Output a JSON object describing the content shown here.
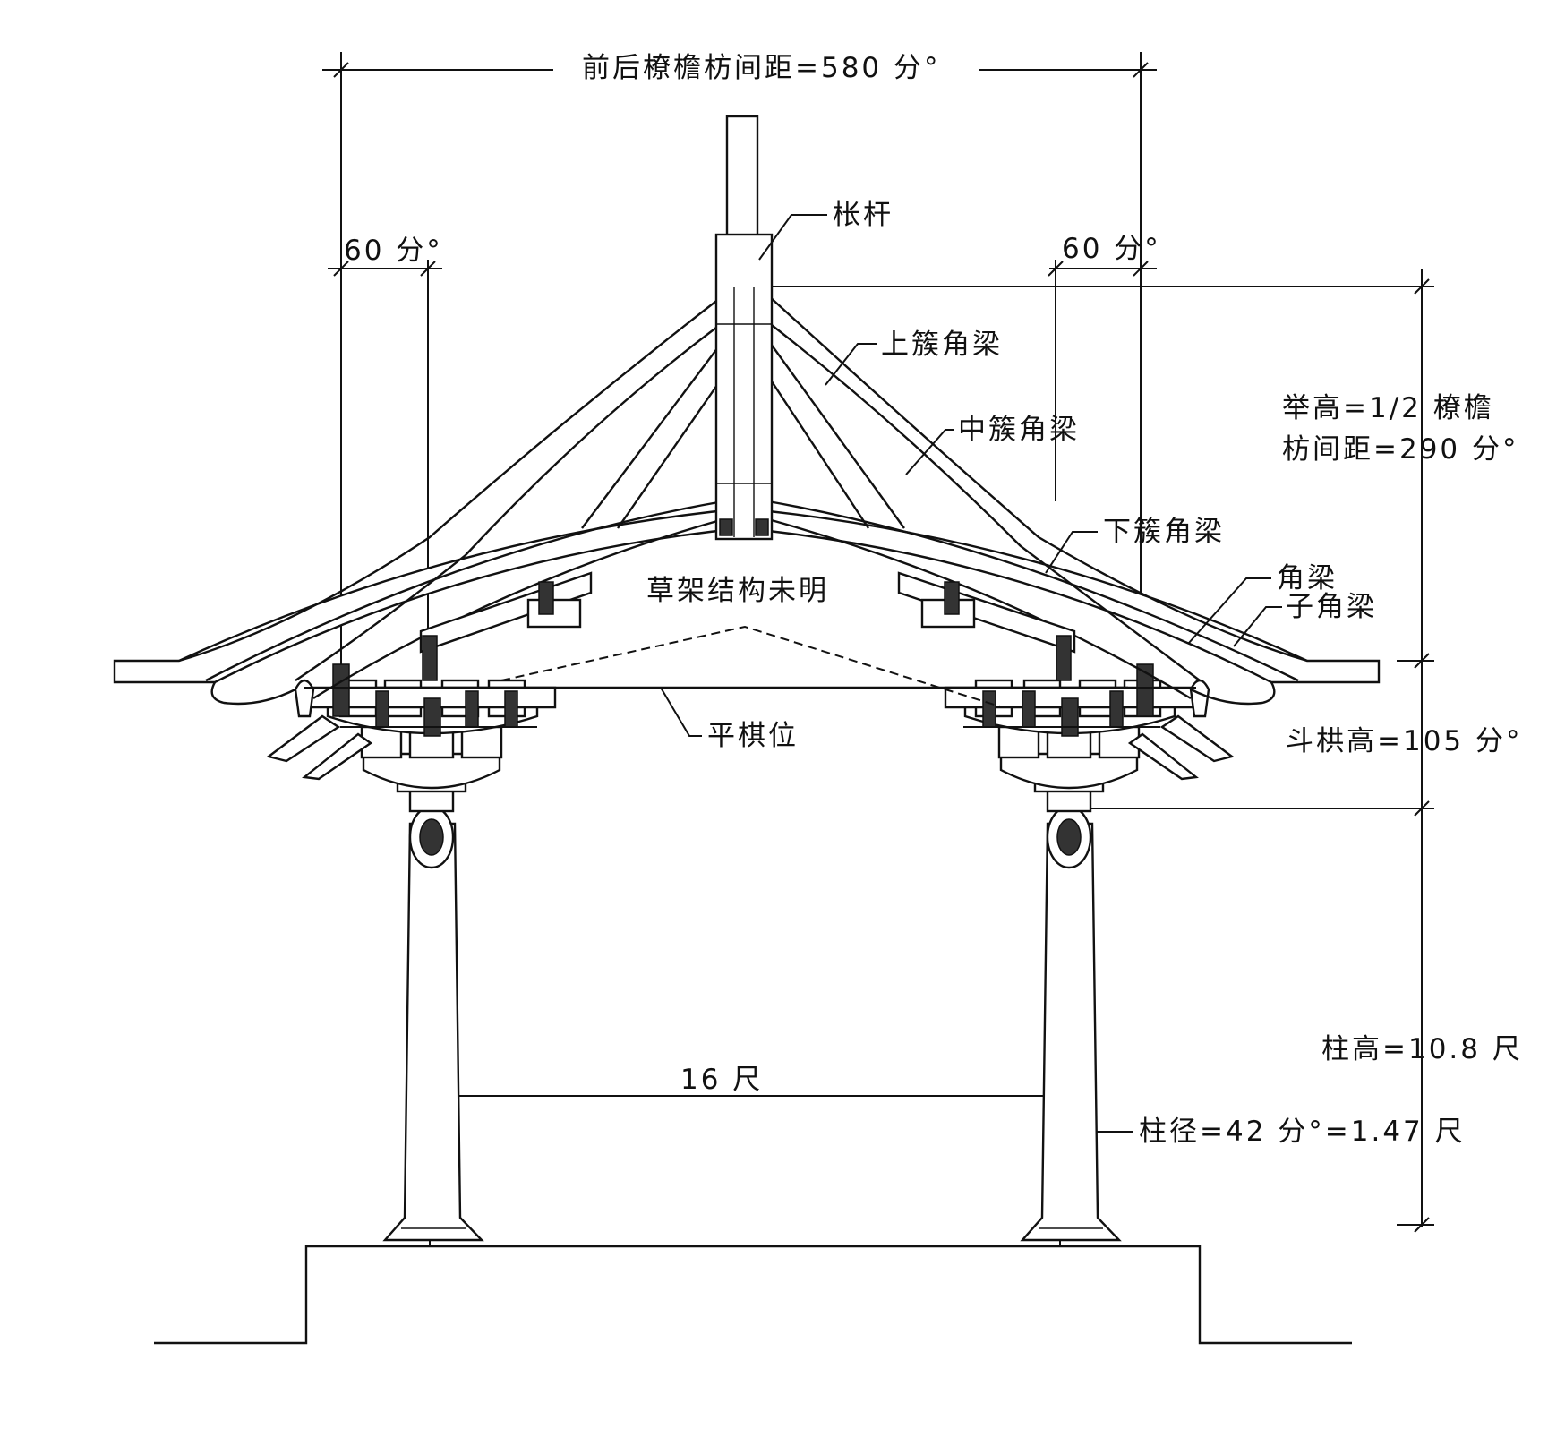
{
  "labels": {
    "overall_span": "前后橑檐枋间距=580 分°",
    "left_offset": "60 分°",
    "right_offset": "60 分°",
    "king_post": "枨杆",
    "upper_corner_beam": "上簇角梁",
    "middle_corner_beam": "中簇角梁",
    "lower_corner_beam": "下簇角梁",
    "corner_beam": "角梁",
    "sub_corner_beam": "子角梁",
    "unknown_frame": "草架结构未明",
    "ceiling_position": "平棋位",
    "rise_line1": "举高=1/2 橑檐",
    "rise_line2": "枋间距=290 分°",
    "bracket_height": "斗栱高=105 分°",
    "column_height": "柱高=10.8 尺",
    "column_span": "16 尺",
    "column_diameter": "柱径=42 分°=1.47 尺"
  }
}
